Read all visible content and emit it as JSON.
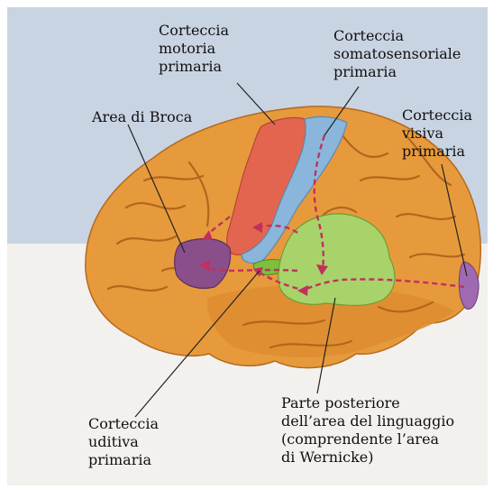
{
  "labels": {
    "motor_cortex": "Corteccia\nmotoria\nprimaria",
    "somatosensory_cortex": "Corteccia\nsomatosensoriale\nprimaria",
    "broca_area": "Area di Broca",
    "visual_cortex": "Corteccia\nvisiva\nprimaria",
    "auditory_cortex": "Corteccia\nuditiva\nprimaria",
    "posterior_language_area": "Parte posteriore\ndell’area del linguaggio\n(comprendente l’area\ndi Wernicke)"
  },
  "colors": {
    "brain": "#e79a3c",
    "motor": "#e4654f",
    "somatosensory": "#8ab6db",
    "broca": "#8a4f8a",
    "visual": "#a06ab0",
    "auditory": "#7fbf3f",
    "wernicke": "#a7d36a",
    "arrows": "#c2305e"
  }
}
